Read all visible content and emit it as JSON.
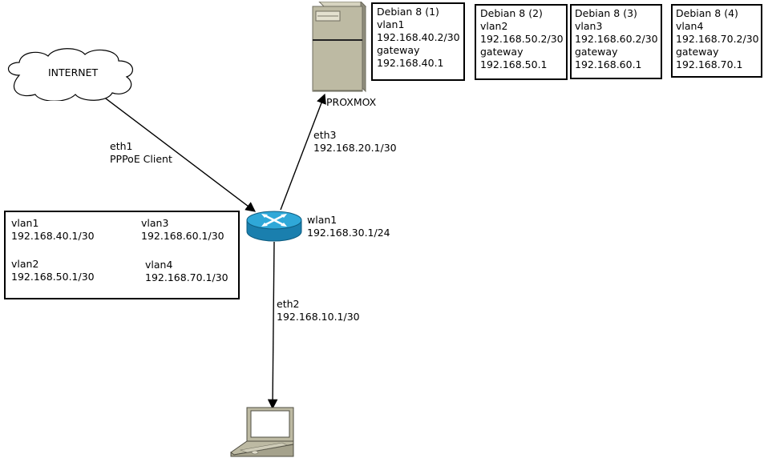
{
  "colors": {
    "router_top": "#2fa8d8",
    "router_side": "#1a7fae",
    "server_body": "#bdbaa3",
    "line": "#000000"
  },
  "icons": {
    "cloud": "cloud-icon",
    "server": "server-icon",
    "router": "router-icon",
    "laptop": "laptop-icon"
  },
  "internet": {
    "label": "INTERNET"
  },
  "proxmox": {
    "label": "PROXMOX"
  },
  "vms": [
    {
      "title": "Debian 8 (1)",
      "vlan": "vlan1",
      "ip": "192.168.40.2/30",
      "gw_label": "gateway",
      "gateway": "192.168.40.1"
    },
    {
      "title": "Debian 8 (2)",
      "vlan": "vlan2",
      "ip": "192.168.50.2/30",
      "gw_label": "gateway",
      "gateway": "192.168.50.1"
    },
    {
      "title": "Debian 8 (3)",
      "vlan": "vlan3",
      "ip": "192.168.60.2/30",
      "gw_label": "gateway",
      "gateway": "192.168.60.1"
    },
    {
      "title": "Debian 8 (4)",
      "vlan": "vlan4",
      "ip": "192.168.70.2/30",
      "gw_label": "gateway",
      "gateway": "192.168.70.1"
    }
  ],
  "links": {
    "eth1": {
      "name": "eth1",
      "desc": "PPPoE Client"
    },
    "eth3": {
      "name": "eth3",
      "ip": "192.168.20.1/30"
    },
    "wlan1": {
      "name": "wlan1",
      "ip": "192.168.30.1/24"
    },
    "eth2": {
      "name": "eth2",
      "ip": "192.168.10.1/30"
    }
  },
  "router_vlans": [
    {
      "name": "vlan1",
      "ip": "192.168.40.1/30"
    },
    {
      "name": "vlan3",
      "ip": "192.168.60.1/30"
    },
    {
      "name": "vlan2",
      "ip": "192.168.50.1/30"
    },
    {
      "name": "vlan4",
      "ip": "192.168.70.1/30"
    }
  ]
}
